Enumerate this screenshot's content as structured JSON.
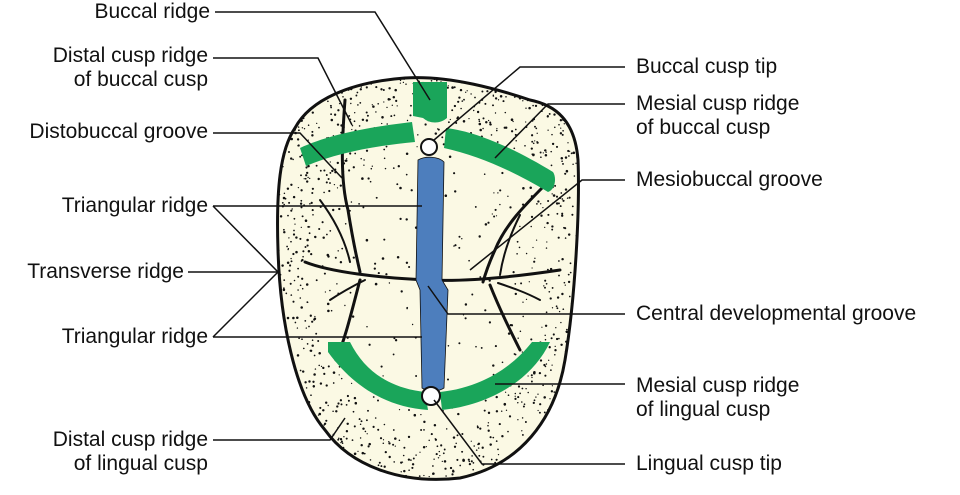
{
  "colors": {
    "tooth_fill": "#fbf9e4",
    "outline": "#111111",
    "green_ridge": "#1aa55a",
    "blue_ridge": "#4d7ebd",
    "leader": "#111111"
  },
  "labels": {
    "buccal_ridge": "Buccal ridge",
    "distal_cusp_ridge_buccal": [
      "Distal cusp ridge",
      "of buccal cusp"
    ],
    "distobuccal_groove": "Distobuccal groove",
    "triangular_ridge_upper": "Triangular ridge",
    "transverse_ridge": "Transverse ridge",
    "triangular_ridge_lower": "Triangular ridge",
    "distal_cusp_ridge_lingual": [
      "Distal cusp ridge",
      "of lingual cusp"
    ],
    "buccal_cusp_tip": "Buccal cusp tip",
    "mesial_cusp_ridge_buccal": [
      "Mesial cusp ridge",
      "of buccal cusp"
    ],
    "mesiobuccal_groove": "Mesiobuccal groove",
    "central_developmental_groove": "Central developmental groove",
    "mesial_cusp_ridge_lingual": [
      "Mesial cusp ridge",
      "of lingual cusp"
    ],
    "lingual_cusp_tip": "Lingual cusp tip"
  }
}
